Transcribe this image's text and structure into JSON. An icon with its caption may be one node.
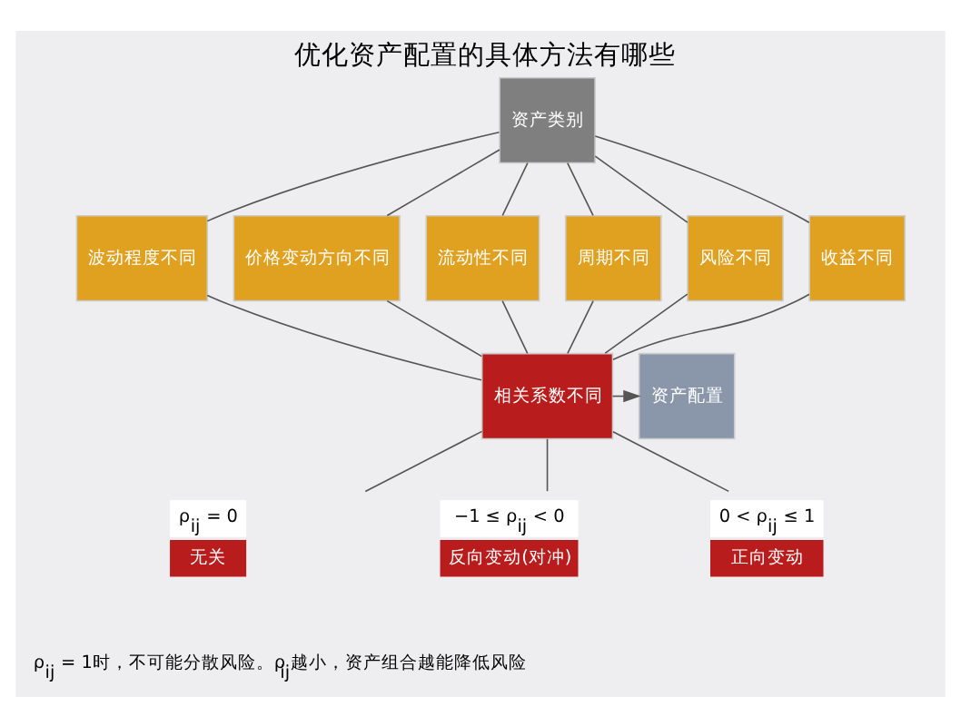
{
  "diagram": {
    "title": "优化资产配置的具体方法有哪些",
    "nodes": [
      {
        "text": [
          "资产类别"
        ]
      },
      {
        "text": [
          "波动程度不同"
        ]
      },
      {
        "text": [
          "价格变动方向不同"
        ]
      },
      {
        "text": [
          "流动性不同"
        ]
      },
      {
        "text": [
          "周期不同"
        ]
      },
      {
        "text": [
          "风险不同"
        ]
      },
      {
        "text": [
          "收益不同"
        ]
      },
      {
        "text": [
          "资产配置"
        ]
      },
      {
        "text": [
          "相关系数不同"
        ]
      },
      {
        "text": [
          "ρ$_{ij}$ = 0",
          "无关"
        ]
      },
      {
        "text": [
          "−1 ≤ ρ$_{ij}$ < 0",
          "反向变动(对冲)"
        ]
      },
      {
        "text": [
          "0 < ρ$_{ij}$ ≤ 1",
          "正向变动"
        ]
      }
    ],
    "edges": [
      {
        "from": 0,
        "to": 1,
        "arrow": "none"
      },
      {
        "from": 0,
        "to": 2,
        "arrow": "none"
      },
      {
        "from": 0,
        "to": 3,
        "arrow": "none"
      },
      {
        "from": 0,
        "to": 4,
        "arrow": "none"
      },
      {
        "from": 0,
        "to": 5,
        "arrow": "none"
      },
      {
        "from": 0,
        "to": 6,
        "arrow": "none"
      },
      {
        "from": 1,
        "to": 8,
        "arrow": "none"
      },
      {
        "from": 2,
        "to": 8,
        "arrow": "none"
      },
      {
        "from": 3,
        "to": 8,
        "arrow": "none"
      },
      {
        "from": 4,
        "to": 8,
        "arrow": "none"
      },
      {
        "from": 5,
        "to": 8,
        "arrow": "none"
      },
      {
        "from": 6,
        "to": 8,
        "arrow": "none"
      },
      {
        "from": 8,
        "to": 7,
        "arrow": "to"
      },
      {
        "from": 8,
        "to": 9,
        "arrow": "none"
      },
      {
        "from": 8,
        "to": 10,
        "arrow": "none"
      },
      {
        "from": 8,
        "to": 11,
        "arrow": "none"
      }
    ],
    "labels": [
      "ρ$_{ij}$ = 1时，不可能分散风险。ρ$_{ij}$越小，资产组合越能降低风险"
    ]
  }
}
